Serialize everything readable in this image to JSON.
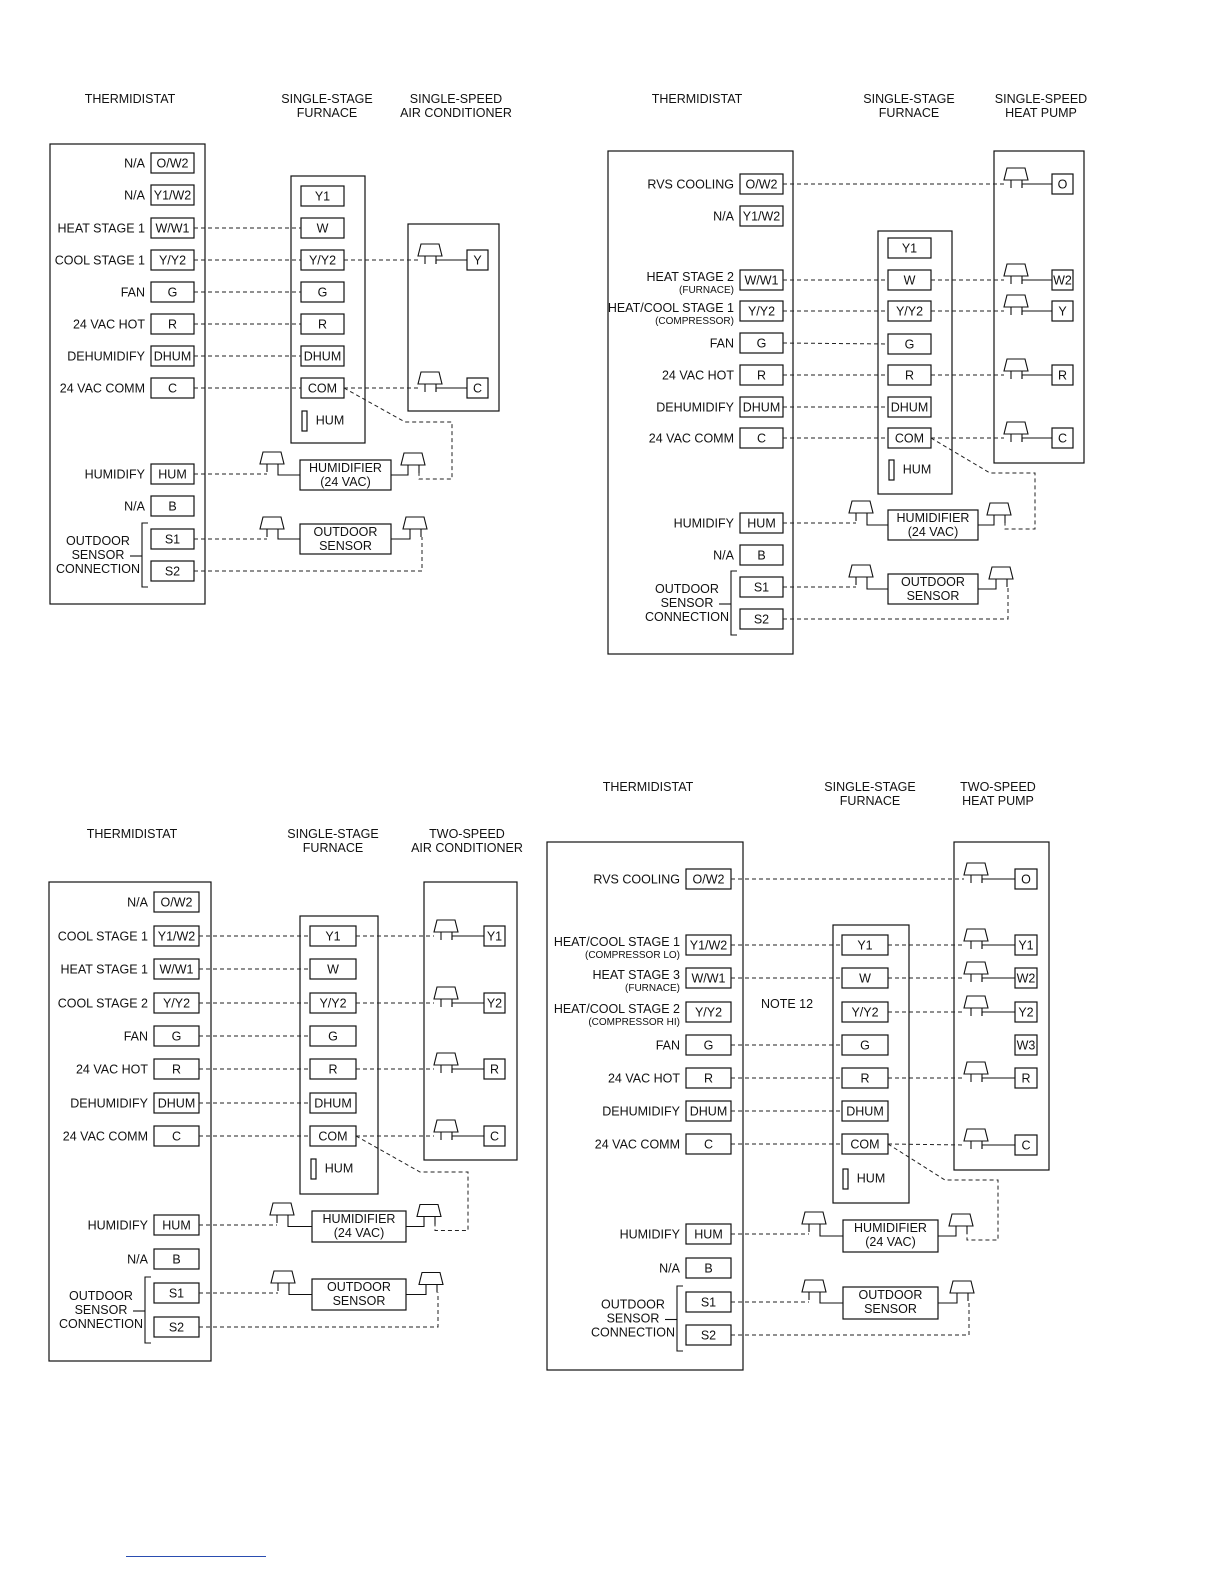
{
  "diagrams": [
    {
      "id": "d1",
      "headers": {
        "thermostat": [
          "THERMIDISTAT"
        ],
        "furnace": [
          "SINGLE-STAGE",
          "FURNACE"
        ],
        "outdoor": [
          "SINGLE-SPEED",
          "AIR CONDITIONER"
        ]
      },
      "thermostat_terminals": [
        {
          "label": "N/A",
          "term": "O/W2"
        },
        {
          "label": "N/A",
          "term": "Y1/W2"
        },
        {
          "label": "HEAT STAGE 1",
          "term": "W/W1"
        },
        {
          "label": "COOL STAGE 1",
          "term": "Y/Y2"
        },
        {
          "label": "FAN",
          "term": "G"
        },
        {
          "label": "24 VAC HOT",
          "term": "R"
        },
        {
          "label": "DEHUMIDIFY",
          "term": "DHUM"
        },
        {
          "label": "24 VAC COMM",
          "term": "C"
        },
        {
          "label": "HUMIDIFY",
          "term": "HUM"
        },
        {
          "label": "N/A",
          "term": "B"
        },
        {
          "label": "",
          "term": "S1"
        },
        {
          "label": "",
          "term": "S2"
        }
      ],
      "sensor_label": [
        "OUTDOOR",
        "SENSOR",
        "CONNECTION"
      ],
      "furnace_terminals": [
        "Y1",
        "W",
        "Y/Y2",
        "G",
        "R",
        "DHUM",
        "COM"
      ],
      "hum_label": "HUM",
      "outdoor_terminals": [
        "Y",
        "C"
      ],
      "humidifier": [
        "HUMIDIFIER",
        "(24 VAC)"
      ],
      "outdoor_sensor": [
        "OUTDOOR",
        "SENSOR"
      ]
    },
    {
      "id": "d2",
      "headers": {
        "thermostat": [
          "THERMIDISTAT"
        ],
        "furnace": [
          "SINGLE-STAGE",
          "FURNACE"
        ],
        "outdoor": [
          "SINGLE-SPEED",
          "HEAT PUMP"
        ]
      },
      "thermostat_terminals": [
        {
          "label": "RVS COOLING",
          "term": "O/W2"
        },
        {
          "label": "N/A",
          "term": "Y1/W2"
        },
        {
          "label": "HEAT STAGE 2",
          "sub": "(FURNACE)",
          "term": "W/W1"
        },
        {
          "label": "HEAT/COOL STAGE 1",
          "sub": "(COMPRESSOR)",
          "term": "Y/Y2"
        },
        {
          "label": "FAN",
          "term": "G"
        },
        {
          "label": "24 VAC HOT",
          "term": "R"
        },
        {
          "label": "DEHUMIDIFY",
          "term": "DHUM"
        },
        {
          "label": "24 VAC COMM",
          "term": "C"
        },
        {
          "label": "HUMIDIFY",
          "term": "HUM"
        },
        {
          "label": "N/A",
          "term": "B"
        },
        {
          "label": "",
          "term": "S1"
        },
        {
          "label": "",
          "term": "S2"
        }
      ],
      "sensor_label": [
        "OUTDOOR",
        "SENSOR",
        "CONNECTION"
      ],
      "furnace_terminals": [
        "Y1",
        "W",
        "Y/Y2",
        "G",
        "R",
        "DHUM",
        "COM"
      ],
      "hum_label": "HUM",
      "outdoor_terminals": [
        "O",
        "W2",
        "Y",
        "R",
        "C"
      ],
      "humidifier": [
        "HUMIDIFIER",
        "(24 VAC)"
      ],
      "outdoor_sensor": [
        "OUTDOOR",
        "SENSOR"
      ]
    },
    {
      "id": "d3",
      "headers": {
        "thermostat": [
          "THERMIDISTAT"
        ],
        "furnace": [
          "SINGLE-STAGE",
          "FURNACE"
        ],
        "outdoor": [
          "TWO-SPEED",
          "AIR CONDITIONER"
        ]
      },
      "thermostat_terminals": [
        {
          "label": "N/A",
          "term": "O/W2"
        },
        {
          "label": "COOL STAGE 1",
          "term": "Y1/W2"
        },
        {
          "label": "HEAT STAGE 1",
          "term": "W/W1"
        },
        {
          "label": "COOL STAGE 2",
          "term": "Y/Y2"
        },
        {
          "label": "FAN",
          "term": "G"
        },
        {
          "label": "24 VAC HOT",
          "term": "R"
        },
        {
          "label": "DEHUMIDIFY",
          "term": "DHUM"
        },
        {
          "label": "24 VAC COMM",
          "term": "C"
        },
        {
          "label": "HUMIDIFY",
          "term": "HUM"
        },
        {
          "label": "N/A",
          "term": "B"
        },
        {
          "label": "",
          "term": "S1"
        },
        {
          "label": "",
          "term": "S2"
        }
      ],
      "sensor_label": [
        "OUTDOOR",
        "SENSOR",
        "CONNECTION"
      ],
      "furnace_terminals": [
        "Y1",
        "W",
        "Y/Y2",
        "G",
        "R",
        "DHUM",
        "COM"
      ],
      "hum_label": "HUM",
      "outdoor_terminals": [
        "Y1",
        "Y2",
        "R",
        "C"
      ],
      "humidifier": [
        "HUMIDIFIER",
        "(24 VAC)"
      ],
      "outdoor_sensor": [
        "OUTDOOR",
        "SENSOR"
      ]
    },
    {
      "id": "d4",
      "headers": {
        "thermostat": [
          "THERMIDISTAT"
        ],
        "furnace": [
          "SINGLE-STAGE",
          "FURNACE"
        ],
        "outdoor": [
          "TWO-SPEED",
          "HEAT PUMP"
        ]
      },
      "thermostat_terminals": [
        {
          "label": "RVS COOLING",
          "term": "O/W2"
        },
        {
          "label": "HEAT/COOL STAGE 1",
          "sub": "(COMPRESSOR LO)",
          "term": "Y1/W2"
        },
        {
          "label": "HEAT STAGE 3",
          "sub": "(FURNACE)",
          "term": "W/W1"
        },
        {
          "label": "HEAT/COOL STAGE 2",
          "sub": "(COMPRESSOR HI)",
          "term": "Y/Y2"
        },
        {
          "label": "FAN",
          "term": "G"
        },
        {
          "label": "24 VAC HOT",
          "term": "R"
        },
        {
          "label": "DEHUMIDIFY",
          "term": "DHUM"
        },
        {
          "label": "24 VAC COMM",
          "term": "C"
        },
        {
          "label": "HUMIDIFY",
          "term": "HUM"
        },
        {
          "label": "N/A",
          "term": "B"
        },
        {
          "label": "",
          "term": "S1"
        },
        {
          "label": "",
          "term": "S2"
        }
      ],
      "sensor_label": [
        "OUTDOOR",
        "SENSOR",
        "CONNECTION"
      ],
      "furnace_terminals": [
        "Y1",
        "W",
        "Y/Y2",
        "G",
        "R",
        "DHUM",
        "COM"
      ],
      "hum_label": "HUM",
      "outdoor_terminals": [
        "O",
        "Y1",
        "W2",
        "Y2",
        "W3",
        "R",
        "C"
      ],
      "note": "NOTE 12",
      "humidifier": [
        "HUMIDIFIER",
        "(24 VAC)"
      ],
      "outdoor_sensor": [
        "OUTDOOR",
        "SENSOR"
      ]
    }
  ]
}
